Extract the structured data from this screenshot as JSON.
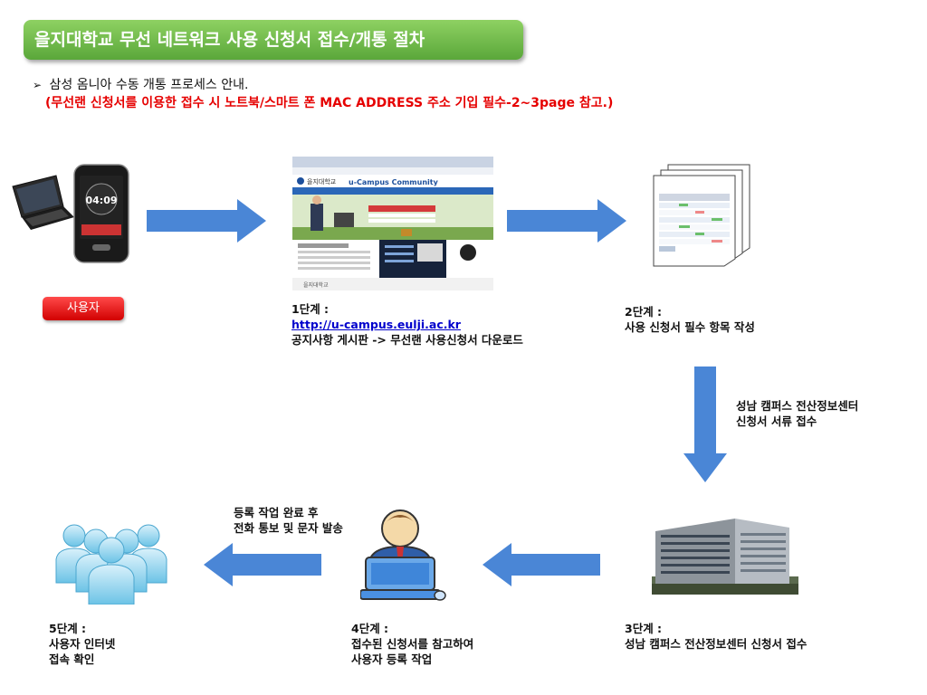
{
  "title": "을지대학교 무선 네트워크 사용 신청서 접수/개통 절차",
  "intro": {
    "bullet": "➢",
    "text": "삼성 옴니아  수동 개통 프로세스 안내.",
    "note": "(무선랜 신청서를 이용한 접수 시 노트북/스마트 폰 MAC ADDRESS 주소 기입 필수-2~3page 참고.)"
  },
  "user_badge": "사용자",
  "phone_time": "04:09",
  "website": {
    "logo_text": "을지대학교",
    "header_title": "u-Campus Community",
    "footer_text": "을지대학교"
  },
  "steps": {
    "step1": {
      "label": "1단계 :",
      "url": "http://u-campus.eulji.ac.kr",
      "text": "공지사항 게시판 -> 무선랜 사용신청서 다운로드"
    },
    "step2": {
      "label": "2단계 :",
      "text": "사용 신청서 필수 항목 작성"
    },
    "submit_note": {
      "line1": "성남 캠퍼스 전산정보센터",
      "line2": "신청서 서류 접수"
    },
    "step3": {
      "label": "3단계 :",
      "text": "성남 캠퍼스 전산정보센터 신청서 접수"
    },
    "notify_note": {
      "line1": "등록 작업 완료 후",
      "line2": "전화 통보 및 문자 발송"
    },
    "step4": {
      "label": "4단계 :",
      "line1": "접수된 신청서를 참고하여",
      "line2": "사용자 등록 작업"
    },
    "step5": {
      "label": "5단계 :",
      "line1": "사용자 인터넷",
      "line2": "접속 확인"
    }
  },
  "colors": {
    "title_green": "#6cbd45",
    "arrow_blue": "#4a86d6",
    "note_red": "#e60000",
    "badge_red": "#e00000",
    "link_blue": "#0000cc"
  },
  "icons": [
    "laptop-icon",
    "smartphone-icon",
    "website-screenshot",
    "document-stack-icon",
    "building-photo",
    "admin-computer-icon",
    "users-group-icon"
  ]
}
